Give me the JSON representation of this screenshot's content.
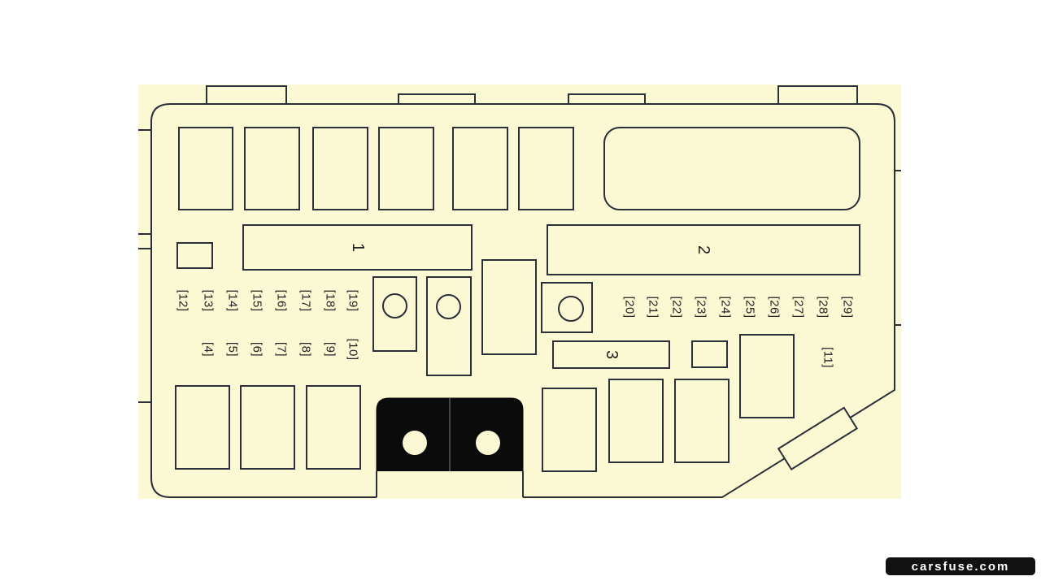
{
  "diagram": {
    "fuse_boxes": {
      "1": "1",
      "2": "2",
      "3": "3"
    },
    "fuse_slots_upper_left": [
      "12",
      "13",
      "14",
      "15",
      "16",
      "17",
      "18",
      "19"
    ],
    "fuse_slots_lower_left": [
      "4",
      "5",
      "6",
      "7",
      "8",
      "9",
      "10"
    ],
    "fuse_slots_right": [
      "20",
      "21",
      "22",
      "23",
      "24",
      "25",
      "26",
      "27",
      "28",
      "29"
    ],
    "fuse_slot_single": "11"
  },
  "watermark": "carsfuse.com",
  "colors": {
    "panel": "#fbf9d3",
    "outline": "#2a2f38",
    "connector": "#0b0b0b"
  }
}
